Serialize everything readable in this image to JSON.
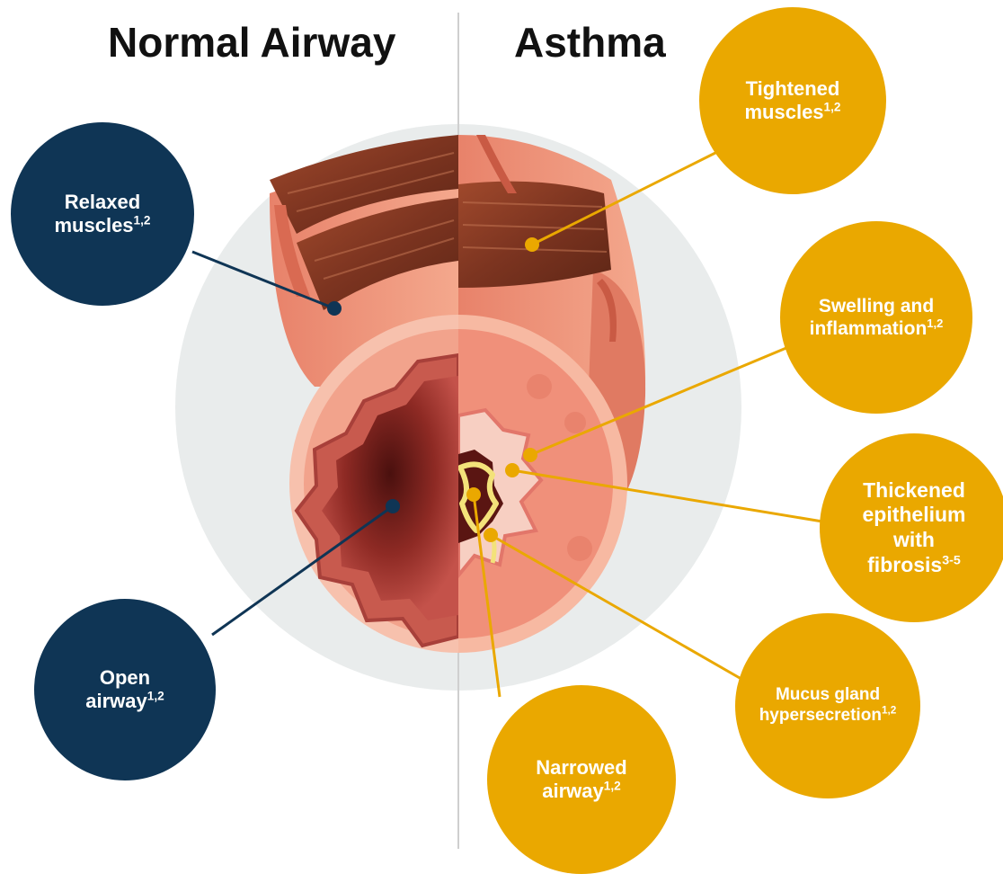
{
  "headings": {
    "normal": "Normal Airway",
    "asthma": "Asthma"
  },
  "labels": {
    "relaxed": {
      "line1": "Relaxed",
      "line2": "muscles",
      "sup": "1,2"
    },
    "open": {
      "line1": "Open",
      "line2": "airway",
      "sup": "1,2"
    },
    "tightened": {
      "line1": "Tightened",
      "line2": "muscles",
      "sup": "1,2"
    },
    "swelling": {
      "line1": "Swelling and",
      "line2": "inflammation",
      "sup": "1,2"
    },
    "thickened": {
      "line1": "Thickened",
      "line2": "epithelium",
      "line3": "with",
      "line4": "fibrosis",
      "sup": "3-5"
    },
    "mucus": {
      "line1": "Mucus gland",
      "line2": "hypersecretion",
      "sup": "1,2"
    },
    "narrowed": {
      "line1": "Narrowed",
      "line2": "airway",
      "sup": "1,2"
    }
  },
  "colors": {
    "normal_callout": "#0f3555",
    "asthma_callout": "#eaa800",
    "background_disc": "#e9ecec",
    "muscle": "#8a3a22",
    "tissue": "#f2a38a",
    "mucus": "#f3e27a"
  }
}
